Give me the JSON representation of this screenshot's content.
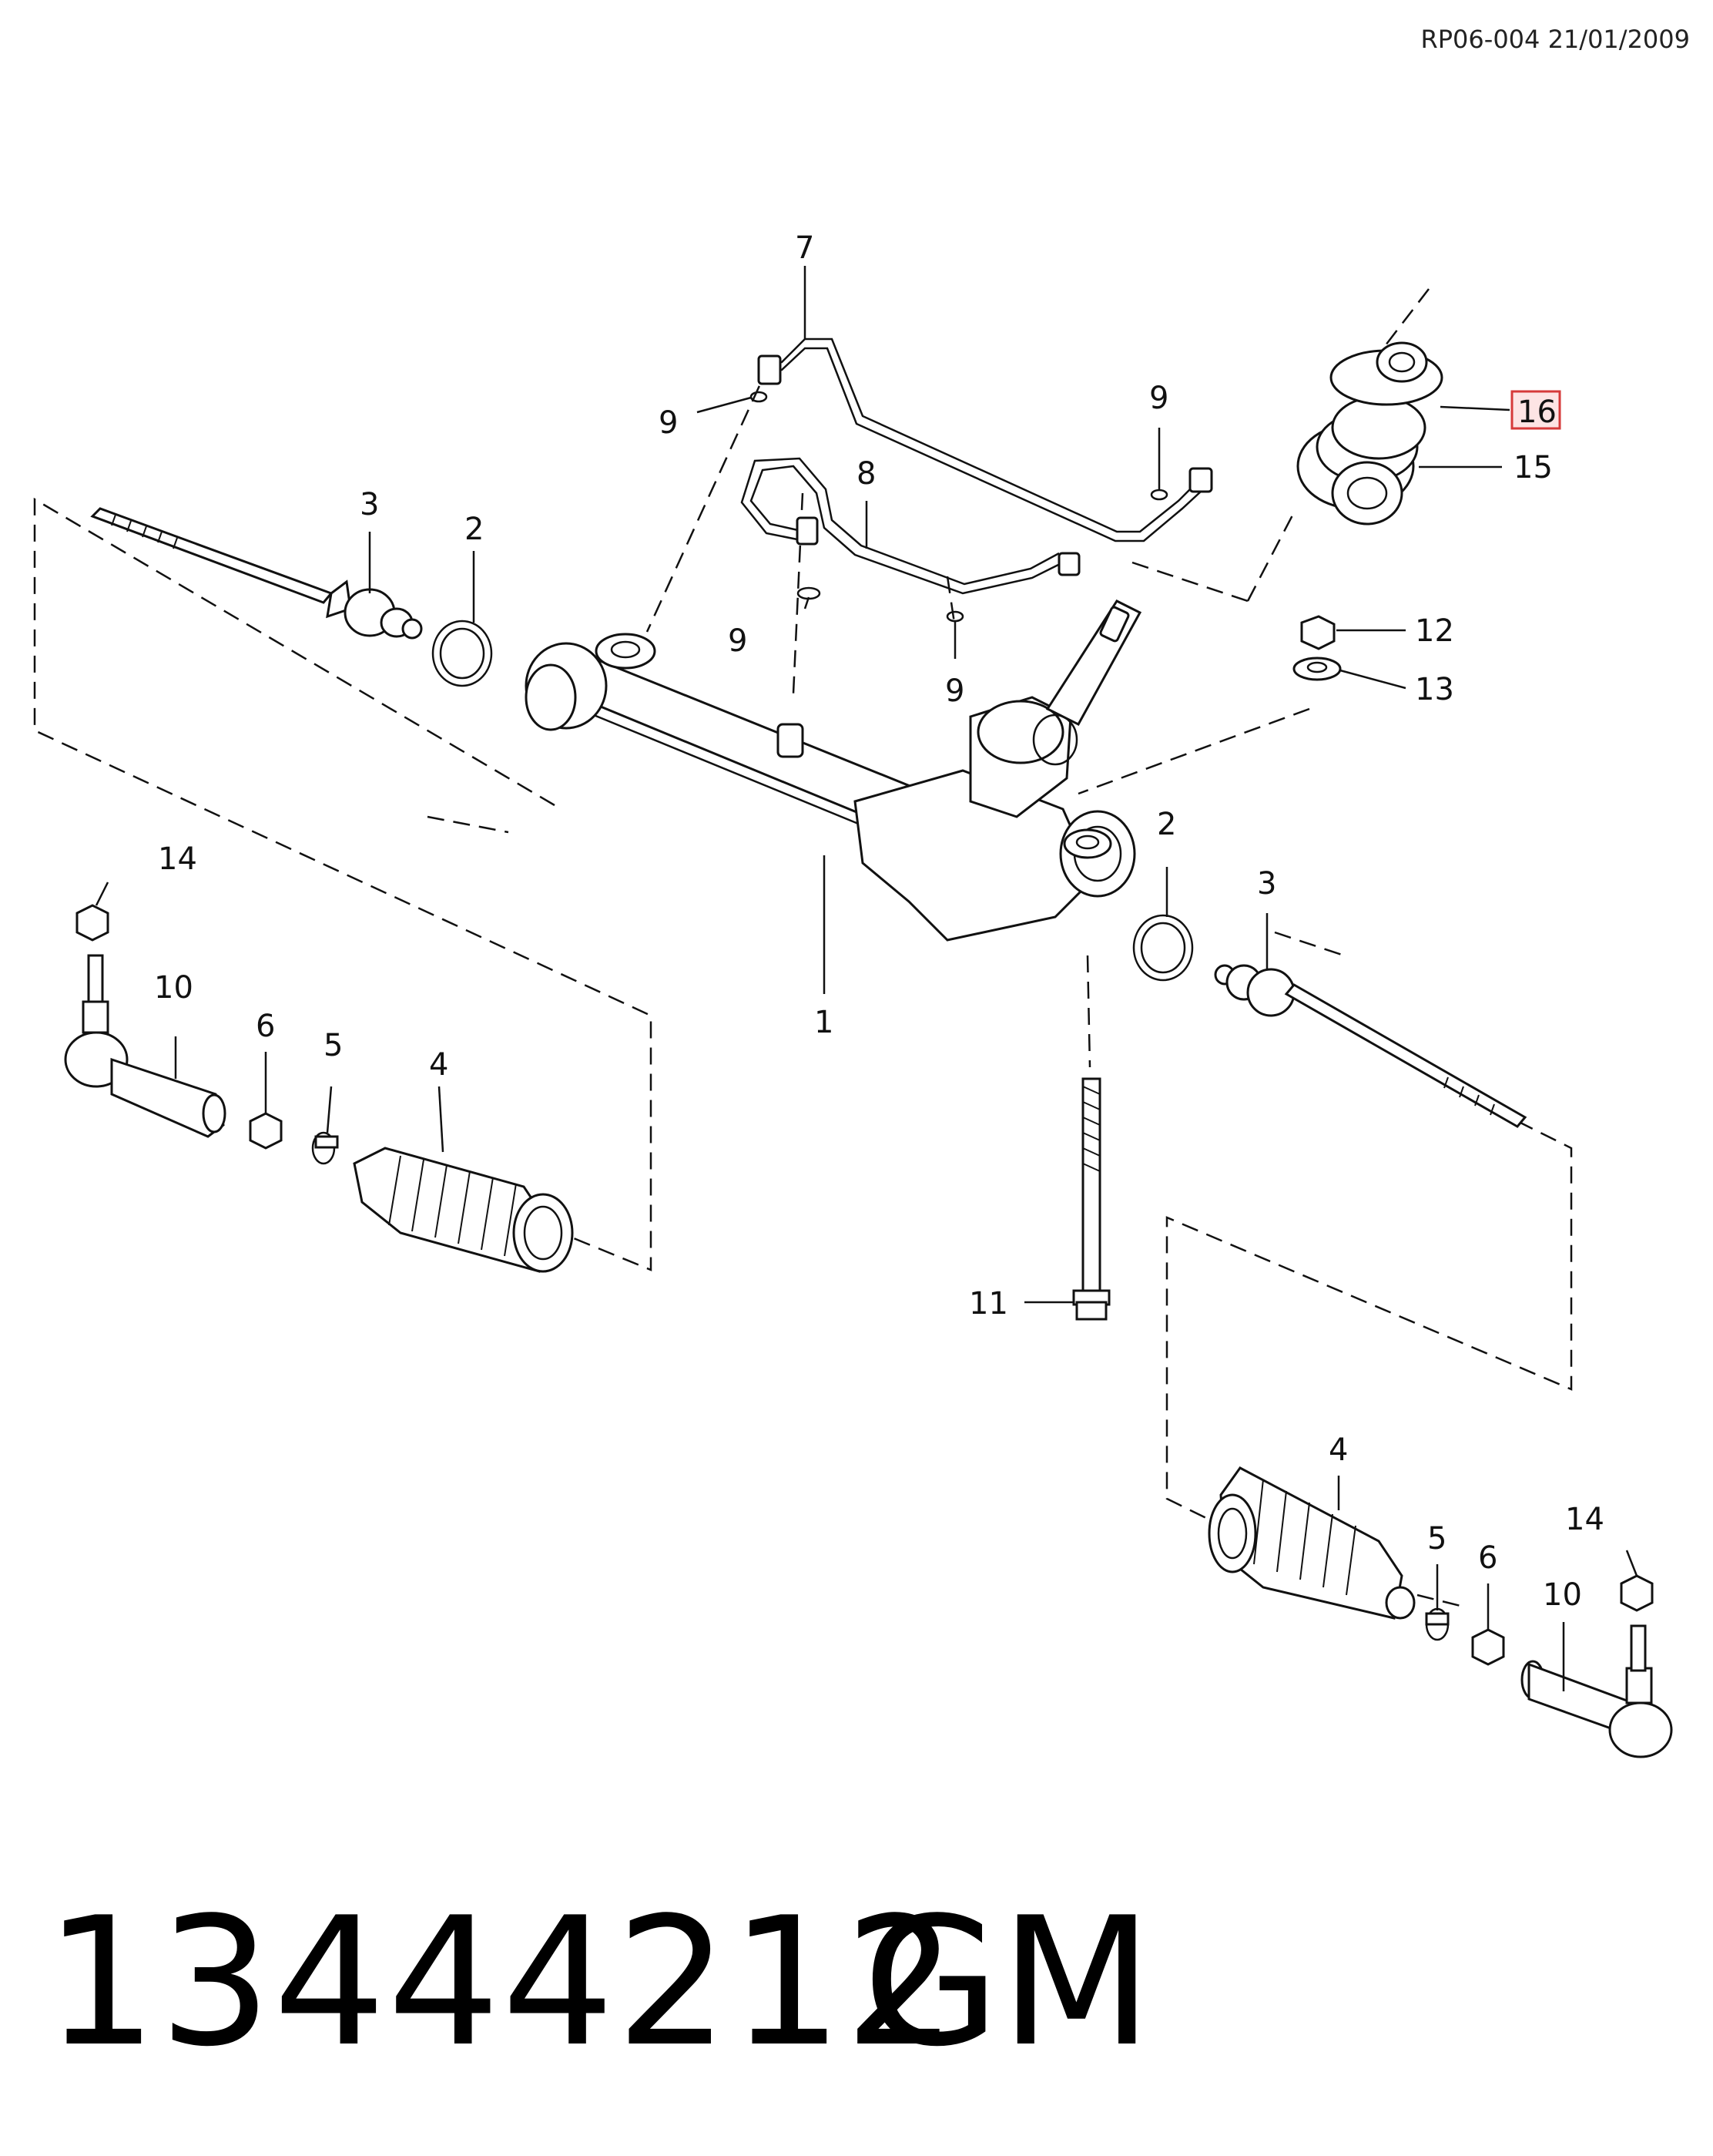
{
  "reference": "RP06-004 21/01/2009",
  "part_number": "13444212",
  "brand": "GM",
  "highlighted_callout": "16",
  "callouts": {
    "c1": "1",
    "c2a": "2",
    "c2b": "2",
    "c3a": "3",
    "c3b": "3",
    "c4a": "4",
    "c4b": "4",
    "c5a": "5",
    "c5b": "5",
    "c6a": "6",
    "c6b": "6",
    "c7": "7",
    "c8": "8",
    "c9a": "9",
    "c9b": "9",
    "c9c": "9",
    "c9d": "9",
    "c10a": "10",
    "c10b": "10",
    "c11": "11",
    "c12": "12",
    "c13": "13",
    "c14a": "14",
    "c14b": "14",
    "c15": "15",
    "c16": "16"
  },
  "colors": {
    "highlight_fill": "#fde4e4",
    "highlight_stroke": "#d63a3a",
    "line": "#111111"
  }
}
